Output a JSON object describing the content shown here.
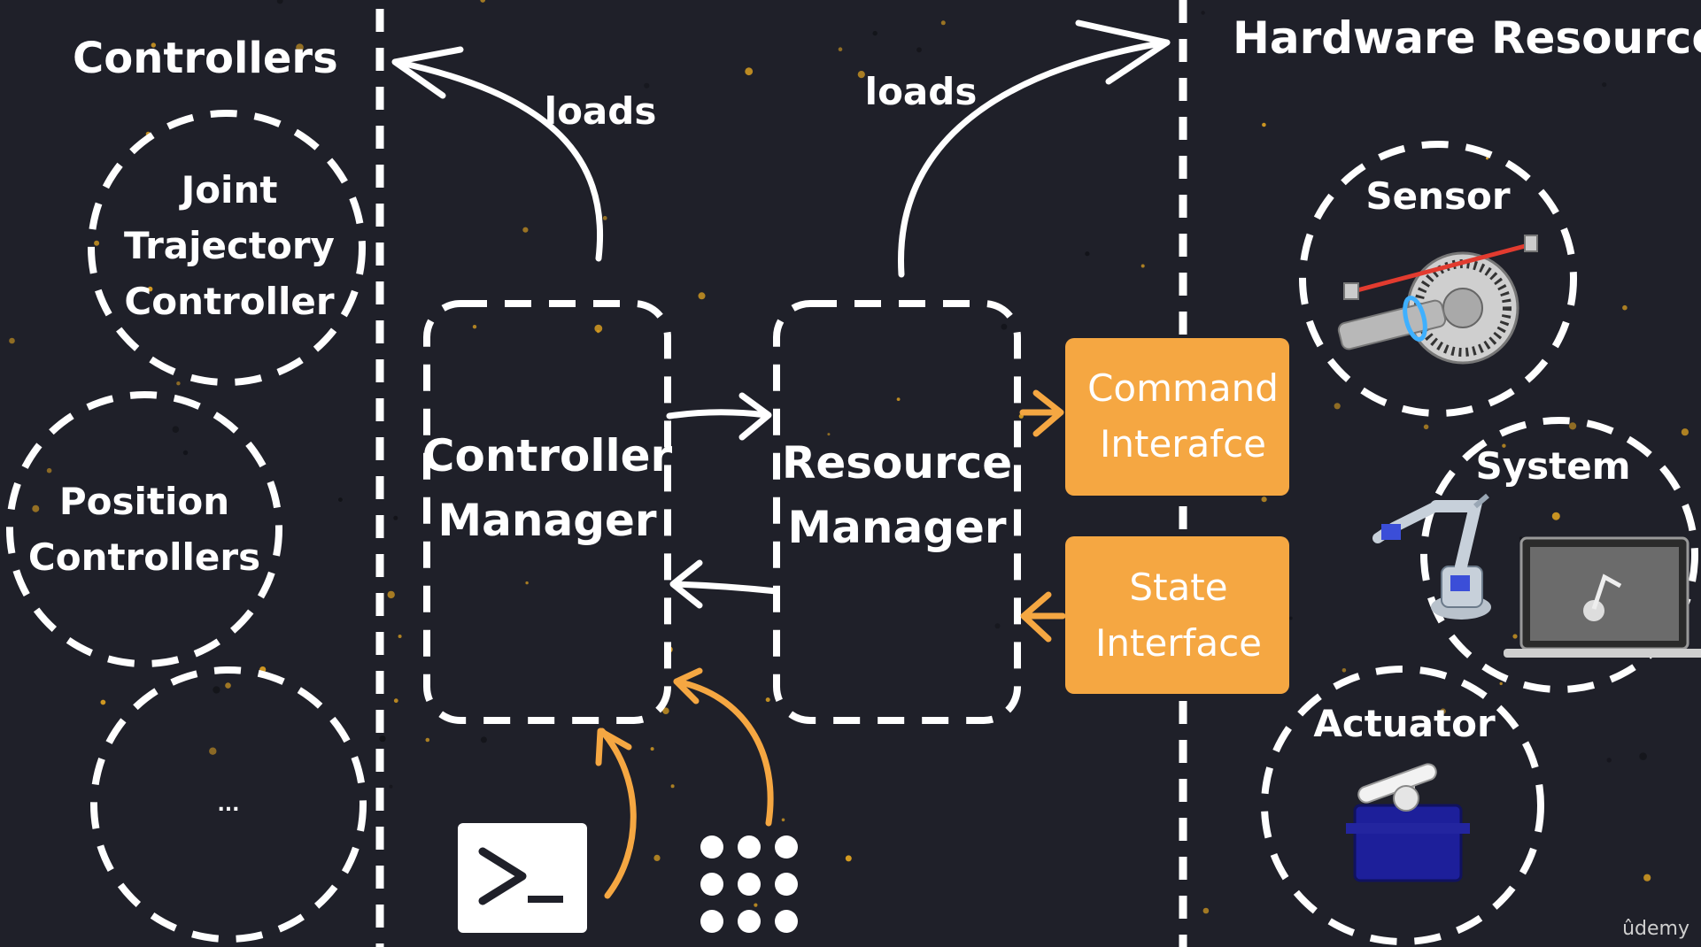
{
  "sections": {
    "controllers_title": "Controllers",
    "hardware_title": "Hardware Resources"
  },
  "controllers": [
    {
      "lines": [
        "Joint",
        "Trajectory",
        "Controller"
      ]
    },
    {
      "lines": [
        "Position",
        "Controllers"
      ]
    },
    {
      "lines": [
        "..."
      ]
    }
  ],
  "managers": {
    "controller_manager": [
      "Controller",
      "Manager"
    ],
    "resource_manager": [
      "Resource",
      "Manager"
    ]
  },
  "arrows": {
    "loads_left": "loads",
    "loads_right": "loads"
  },
  "interfaces": {
    "command": [
      "Command",
      "Interafce"
    ],
    "state": [
      "State",
      "Interface"
    ]
  },
  "hardware": {
    "sensor": "Sensor",
    "system": "System",
    "actuator": "Actuator"
  },
  "tools": {
    "terminal_icon": "terminal-icon",
    "apps_icon": "grid-dots-icon"
  },
  "watermark": "ûdemy",
  "colors": {
    "background": "#1f2029",
    "accent": "#f5a742",
    "line": "#ffffff"
  }
}
